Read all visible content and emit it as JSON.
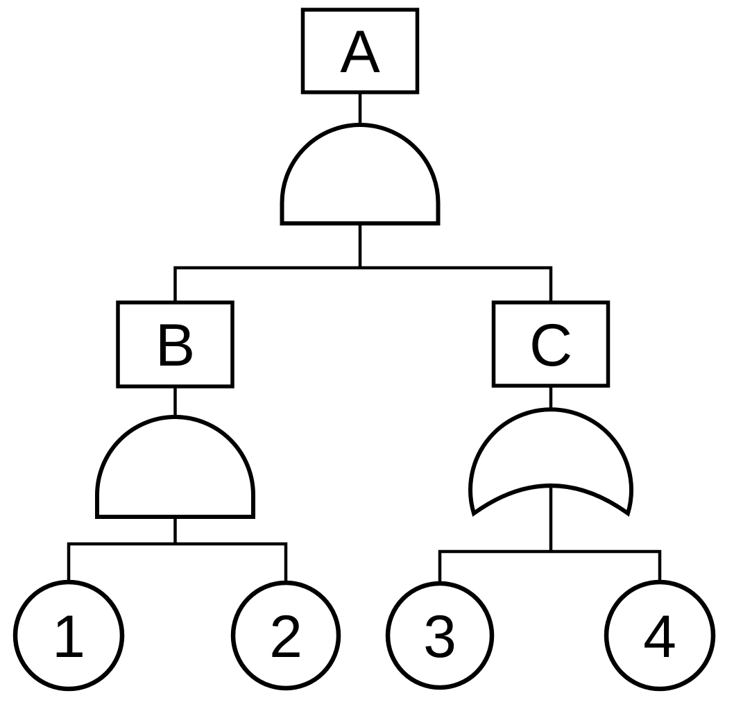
{
  "diagram": {
    "kind": "fault-tree",
    "background_color": "#ffffff",
    "stroke_color": "#000000",
    "top_event": {
      "label": "A",
      "shape": "rectangle",
      "gate": "and-gate"
    },
    "intermediate_events": [
      {
        "label": "B",
        "shape": "rectangle",
        "gate": "and-gate",
        "children": [
          "1",
          "2"
        ]
      },
      {
        "label": "C",
        "shape": "rectangle",
        "gate": "or-gate",
        "children": [
          "3",
          "4"
        ]
      }
    ],
    "basic_events": [
      {
        "label": "1",
        "shape": "circle"
      },
      {
        "label": "2",
        "shape": "circle"
      },
      {
        "label": "3",
        "shape": "circle"
      },
      {
        "label": "4",
        "shape": "circle"
      }
    ],
    "logic": "A = B AND C; B = 1 AND 2; C = 3 OR 4"
  }
}
